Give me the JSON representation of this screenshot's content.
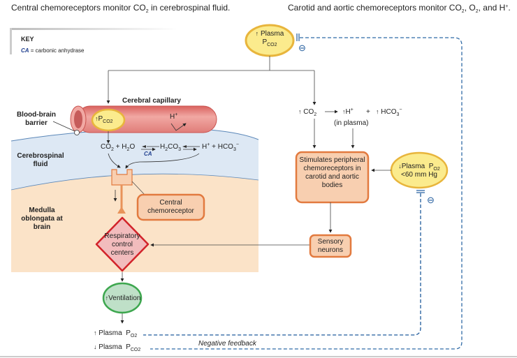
{
  "titles": {
    "left": "Central chemoreceptors monitor CO",
    "left_sub": "2",
    "left_tail": " in cerebrospinal fluid.",
    "right": "Carotid and aortic chemoreceptors monitor CO",
    "right_sub1": "2",
    "right_mid": ", O",
    "right_sub2": "2",
    "right_tail": ", and H",
    "right_sup": "+",
    "right_end": "."
  },
  "key": {
    "heading": "KEY",
    "abbr": "CA",
    "definition": " = carbonic anhydrase"
  },
  "nodes": {
    "plasma_pco2_top": {
      "arrow": "↑",
      "line1": "Plasma",
      "p": "P",
      "sub": "CO2"
    },
    "capillary_label": "Cerebral capillary",
    "capillary_pco2": {
      "arrow": "↑",
      "p": "P",
      "sub": "CO2"
    },
    "capillary_h": "H",
    "capillary_h_sup": "+",
    "blood_brain_barrier": "Blood-brain barrier",
    "csf_label": "Cerebrospinal fluid",
    "medulla_label": "Medulla oblongata at brain",
    "reaction": {
      "co2": "CO",
      "co2_sub": "2",
      "plus1": " + H",
      "h2o_sub": "2",
      "o": "O",
      "h2co3": "H",
      "h2co3_sub1": "2",
      "h2co3_mid": "CO",
      "h2co3_sub2": "3",
      "h": "H",
      "h_sup": "+",
      "plus2": " + HCO",
      "hco3_sub": "3",
      "hco3_sup": "−",
      "enzyme": "CA"
    },
    "central_chemoreceptor": "Central chemoreceptor",
    "respiratory_control": "Respiratory control centers",
    "ventilation": {
      "arrow": "↑",
      "label": "Ventilation"
    },
    "plasma_po2_result": {
      "arrow": "↑",
      "label": "Plasma",
      "p": "P",
      "sub": "O2"
    },
    "plasma_pco2_result": {
      "arrow": "↓",
      "label": "Plasma",
      "p": "P",
      "sub": "CO2"
    },
    "negative_feedback": "Negative feedback",
    "peripheral_eq": {
      "co2_arrow": "↑",
      "co2": "CO",
      "co2_sub": "2",
      "h_arrow": "↑",
      "h": "H",
      "h_sup": "+",
      "plus": "+",
      "hco3_arrow": "↑",
      "hco3": "HCO",
      "hco3_sub": "3",
      "hco3_sup": "−",
      "note": "(in plasma)"
    },
    "peripheral_box": "Stimulates peripheral chemoreceptors in carotid and aortic bodies",
    "plasma_po2_low": {
      "arrow": "↓",
      "label": "Plasma",
      "p": "P",
      "sub": "O2",
      "value": "<60 mm Hg"
    },
    "sensory_neurons": "Sensory neurons",
    "inhibit_symbol": "⊖"
  },
  "colors": {
    "csf_fill": "#dde8f4",
    "medulla_fill": "#fbe3c8",
    "capillary": "#e98c8a",
    "stimulus_fill": "#fbeb8d",
    "stimulus_stroke": "#e8b53c",
    "box_fill": "#f8cfb0",
    "box_stroke": "#e27a3f",
    "integrator_fill": "#f2bcbd",
    "integrator_stroke": "#d2232a",
    "response_fill": "#bfe0c8",
    "response_stroke": "#3ea74f",
    "feedback": "#1f5a9c"
  }
}
